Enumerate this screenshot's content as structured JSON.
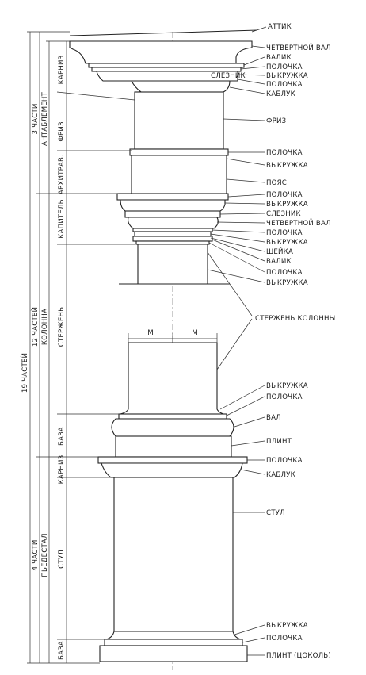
{
  "labels": {
    "attic": "АТТИК",
    "quarter_round_top": "ЧЕТВЕРТНОЙ ВАЛ",
    "bead_top": "ВАЛИК",
    "fillet_1": "ПОЛОЧКА",
    "cavetto_1": "ВЫКРУЖКА",
    "corona": "СЛЕЗНИК",
    "fillet_2": "ПОЛОЧКА",
    "cyma_1": "КАБЛУК",
    "frieze": "ФРИЗ",
    "fillet_3": "ПОЛОЧКА",
    "cavetto_2": "ВЫКРУЖКА",
    "band": "ПОЯС",
    "fillet_4": "ПОЛОЧКА",
    "cavetto_3": "ВЫКРУЖКА",
    "corona_2": "СЛЕЗНИК",
    "quarter_round_2": "ЧЕТВЕРТНОЙ ВАЛ",
    "fillet_5": "ПОЛОЧКА",
    "cavetto_4": "ВЫКРУЖКА",
    "neck": "ШЕЙКА",
    "bead_2": "ВАЛИК",
    "fillet_6": "ПОЛОЧКА",
    "cavetto_5": "ВЫКРУЖКА",
    "shaft": "СТЕРЖЕНЬ КОЛОННЫ",
    "module_left": "М",
    "module_right": "М",
    "cavetto_6": "ВЫКРУЖКА",
    "fillet_7": "ПОЛОЧКА",
    "torus": "ВАЛ",
    "plinth": "ПЛИНТ",
    "fillet_8": "ПОЛОЧКА",
    "cyma_2": "КАБЛУК",
    "dado": "СТУЛ",
    "cavetto_7": "ВЫКРУЖКА",
    "fillet_9": "ПОЛОЧКА",
    "plinth_socle": "ПЛИНТ (ЦОКОЛЬ)"
  },
  "vertical_labels": {
    "total_parts": "19 ЧАСТЕЙ",
    "entablature_parts": "3 ЧАСТИ",
    "entablature": "АНТАБЛЕМЕНТ",
    "cornice": "КАРНИЗ",
    "frieze_side": "ФРИЗ",
    "architrave": "АРХИТРАВ.",
    "column_parts": "12 ЧАСТЕЙ",
    "column": "КОЛОННА",
    "capital": "КАПИТЕЛЬ",
    "shaft_side": "СТЕРЖЕНЬ",
    "base": "БАЗА",
    "pedestal_parts": "4 ЧАСТИ",
    "pedestal": "ПЬЕДЕСТАЛ",
    "pedestal_cornice": "КАРНИЗ",
    "dado_side": "СТУЛ",
    "pedestal_base": "БАЗА"
  }
}
